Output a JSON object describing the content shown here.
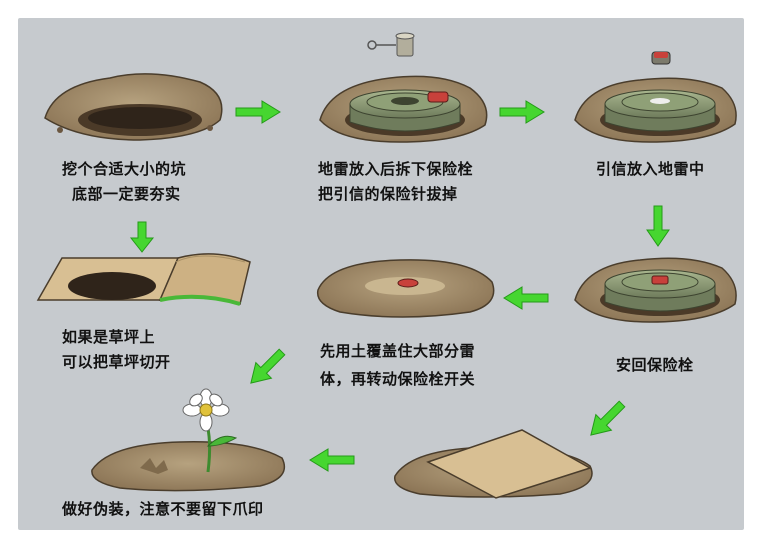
{
  "steps": [
    {
      "line1": "挖个合适大小的坑",
      "line2": "底部一定要夯实"
    },
    {
      "line1": "地雷放入后拆下保险栓",
      "line2": "把引信的保险针拔掉"
    },
    {
      "line1": "引信放入地雷中",
      "line2": ""
    },
    {
      "line1": "如果是草坪上",
      "line2": "可以把草坪切开"
    },
    {
      "line1": "先用土覆盖住大部分雷",
      "line2": "体，再转动保险栓开关"
    },
    {
      "line1": "安回保险栓",
      "line2": ""
    },
    {
      "line1": "做好伪装，注意不要留下爪印",
      "line2": ""
    }
  ],
  "colors": {
    "background": "#c6cace",
    "arrow": "#46d630",
    "soil": "#a08c6c",
    "mine": "#8e9c7a",
    "fuse": "#c8413b",
    "plank": "#d8bf93"
  }
}
